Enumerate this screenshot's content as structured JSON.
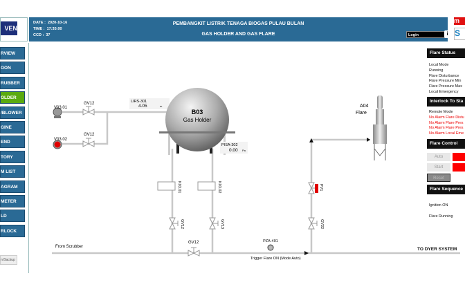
{
  "header": {
    "logo_text": "VEN",
    "date_label": "DATE :",
    "date": "2020-10-16",
    "time_label": "TIME :",
    "time": "17:35:00",
    "ccd_label": "CCD :",
    "ccd": "37",
    "title": "PEMBANGKIT LISTRIK TENAGA BIOGAS PULAU BULAN",
    "subtitle": "GAS HOLDER AND GAS FLARE",
    "login_placeholder": "Login",
    "info_icon": "info-icon"
  },
  "nav": {
    "items": [
      "RVIEW",
      "OON",
      "RUBBER",
      "OLDER",
      "/BLOWER",
      "GINE",
      "END",
      "TORY",
      "M LIST",
      "AGRAM",
      "METER",
      "LD",
      "RLOCK"
    ],
    "active_index": 3,
    "backup": "n Backup",
    "active_color": "#5aaa10",
    "color": "#2a6a95"
  },
  "panel": {
    "flare_status": {
      "title": "Flare Status",
      "items": [
        "Local Mode",
        "Running",
        "Flare Disturbance",
        "Flare Pressure Min",
        "Flare Pressure Max",
        "Local Emergency"
      ]
    },
    "interlock": {
      "title": "Interlock To Sta",
      "items": [
        "Remote Mode",
        "No Alarm Flare Distu",
        "No Alarm Flare Pres",
        "No Alarm Flare Pres",
        "No Alarm Local Eme"
      ]
    },
    "flare_control": {
      "title": "Flare Control",
      "auto": "Auto",
      "start": "Start",
      "reset": "Reset"
    },
    "flare_sequence": {
      "title": "Flare Sequence",
      "items": [
        "Ignition ON",
        "Flare Running"
      ]
    }
  },
  "diagram": {
    "pump1": "V03.01",
    "pump2": "V03.02",
    "valve_gv12": "GV12",
    "valve_gv13": "GV13",
    "valve_gv22": "GV22",
    "valve_pv1": "PV1",
    "lirs_label": "LIRS-301",
    "lirs_value": "4.05",
    "lirs_unit": "m",
    "pisa_label": "PISA-302",
    "pisa_value": "0.00",
    "pisa_unit": "Pa",
    "holder_id": "B03",
    "holder_name": "Gas Holder",
    "k1": "K03.01",
    "k2": "K03.02",
    "flare_id": "A04",
    "flare_name": "Flare",
    "pza": "PZA-401",
    "trigger": "Trigger Flare ON (Mode Auto)",
    "from": "From Scrubber",
    "to": "TO DYER SYSTEM",
    "pump2_status_color": "#e00000",
    "pv1_status_color": "#e00000"
  }
}
